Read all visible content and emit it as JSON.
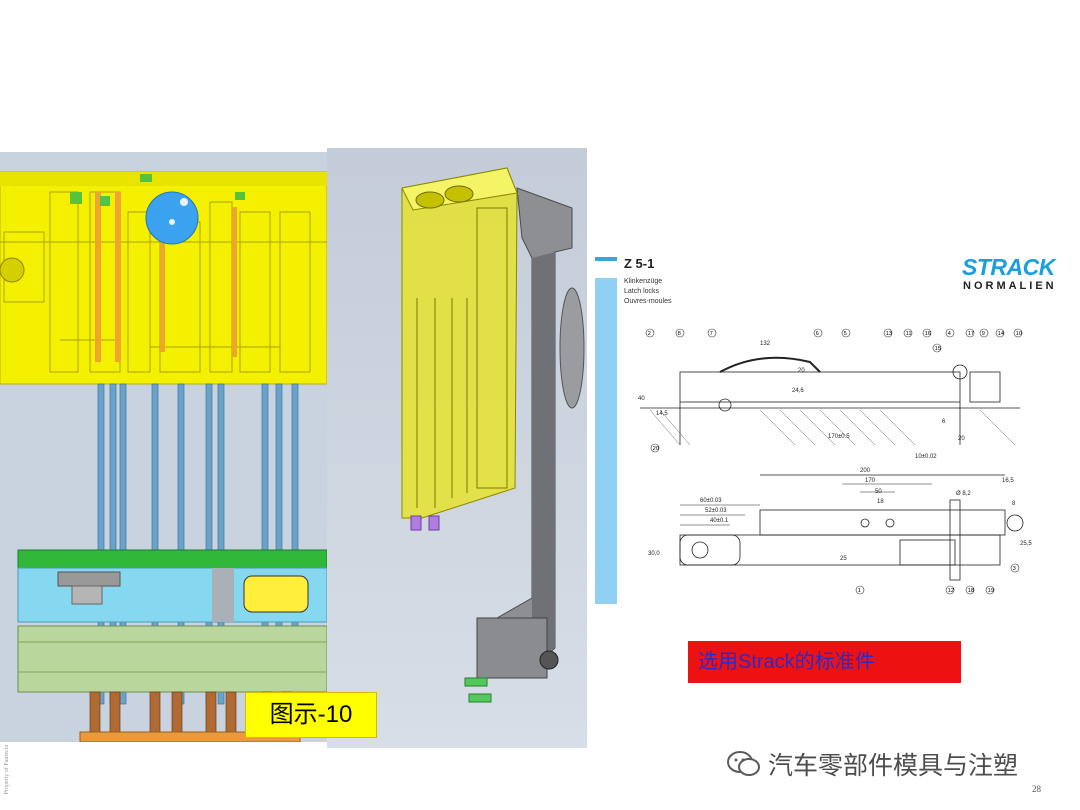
{
  "figure": {
    "caption": "图示-10"
  },
  "catalog": {
    "code": "Z 5-1",
    "subtitle_de": "Klinkenzüge",
    "subtitle_en": "Latch locks",
    "subtitle_fr": "Ouvres-moules",
    "brand": "STRACK",
    "brand_sub": "NORMALIEN",
    "dims": {
      "d132": "132",
      "d20a": "20",
      "d24": "24,6",
      "d40": "40",
      "d14": "14,5",
      "d170": "170±0.5",
      "d20b": "20",
      "d200": "200",
      "d170b": "170",
      "d50": "50",
      "d18": "18",
      "d16": "16,5",
      "d8": "8",
      "d60": "60±0.03",
      "d52": "52±0.03",
      "d40b": "40±0.1",
      "d82": "Ø 8,2",
      "d30": "30,0",
      "d25": "25",
      "d255": "25,5",
      "d10": "10±0.02",
      "d6": "6"
    },
    "callouts": [
      "2",
      "8",
      "7",
      "6",
      "5",
      "13",
      "11",
      "16",
      "15",
      "4",
      "17",
      "9",
      "14",
      "10",
      "20",
      "1",
      "12",
      "18",
      "19",
      "3"
    ]
  },
  "note": {
    "text": "选用Strack的标准件"
  },
  "footer": {
    "watermark": "汽车零部件模具与注塑",
    "page_number": "28",
    "vertical_note": "Property of Faurecia"
  }
}
